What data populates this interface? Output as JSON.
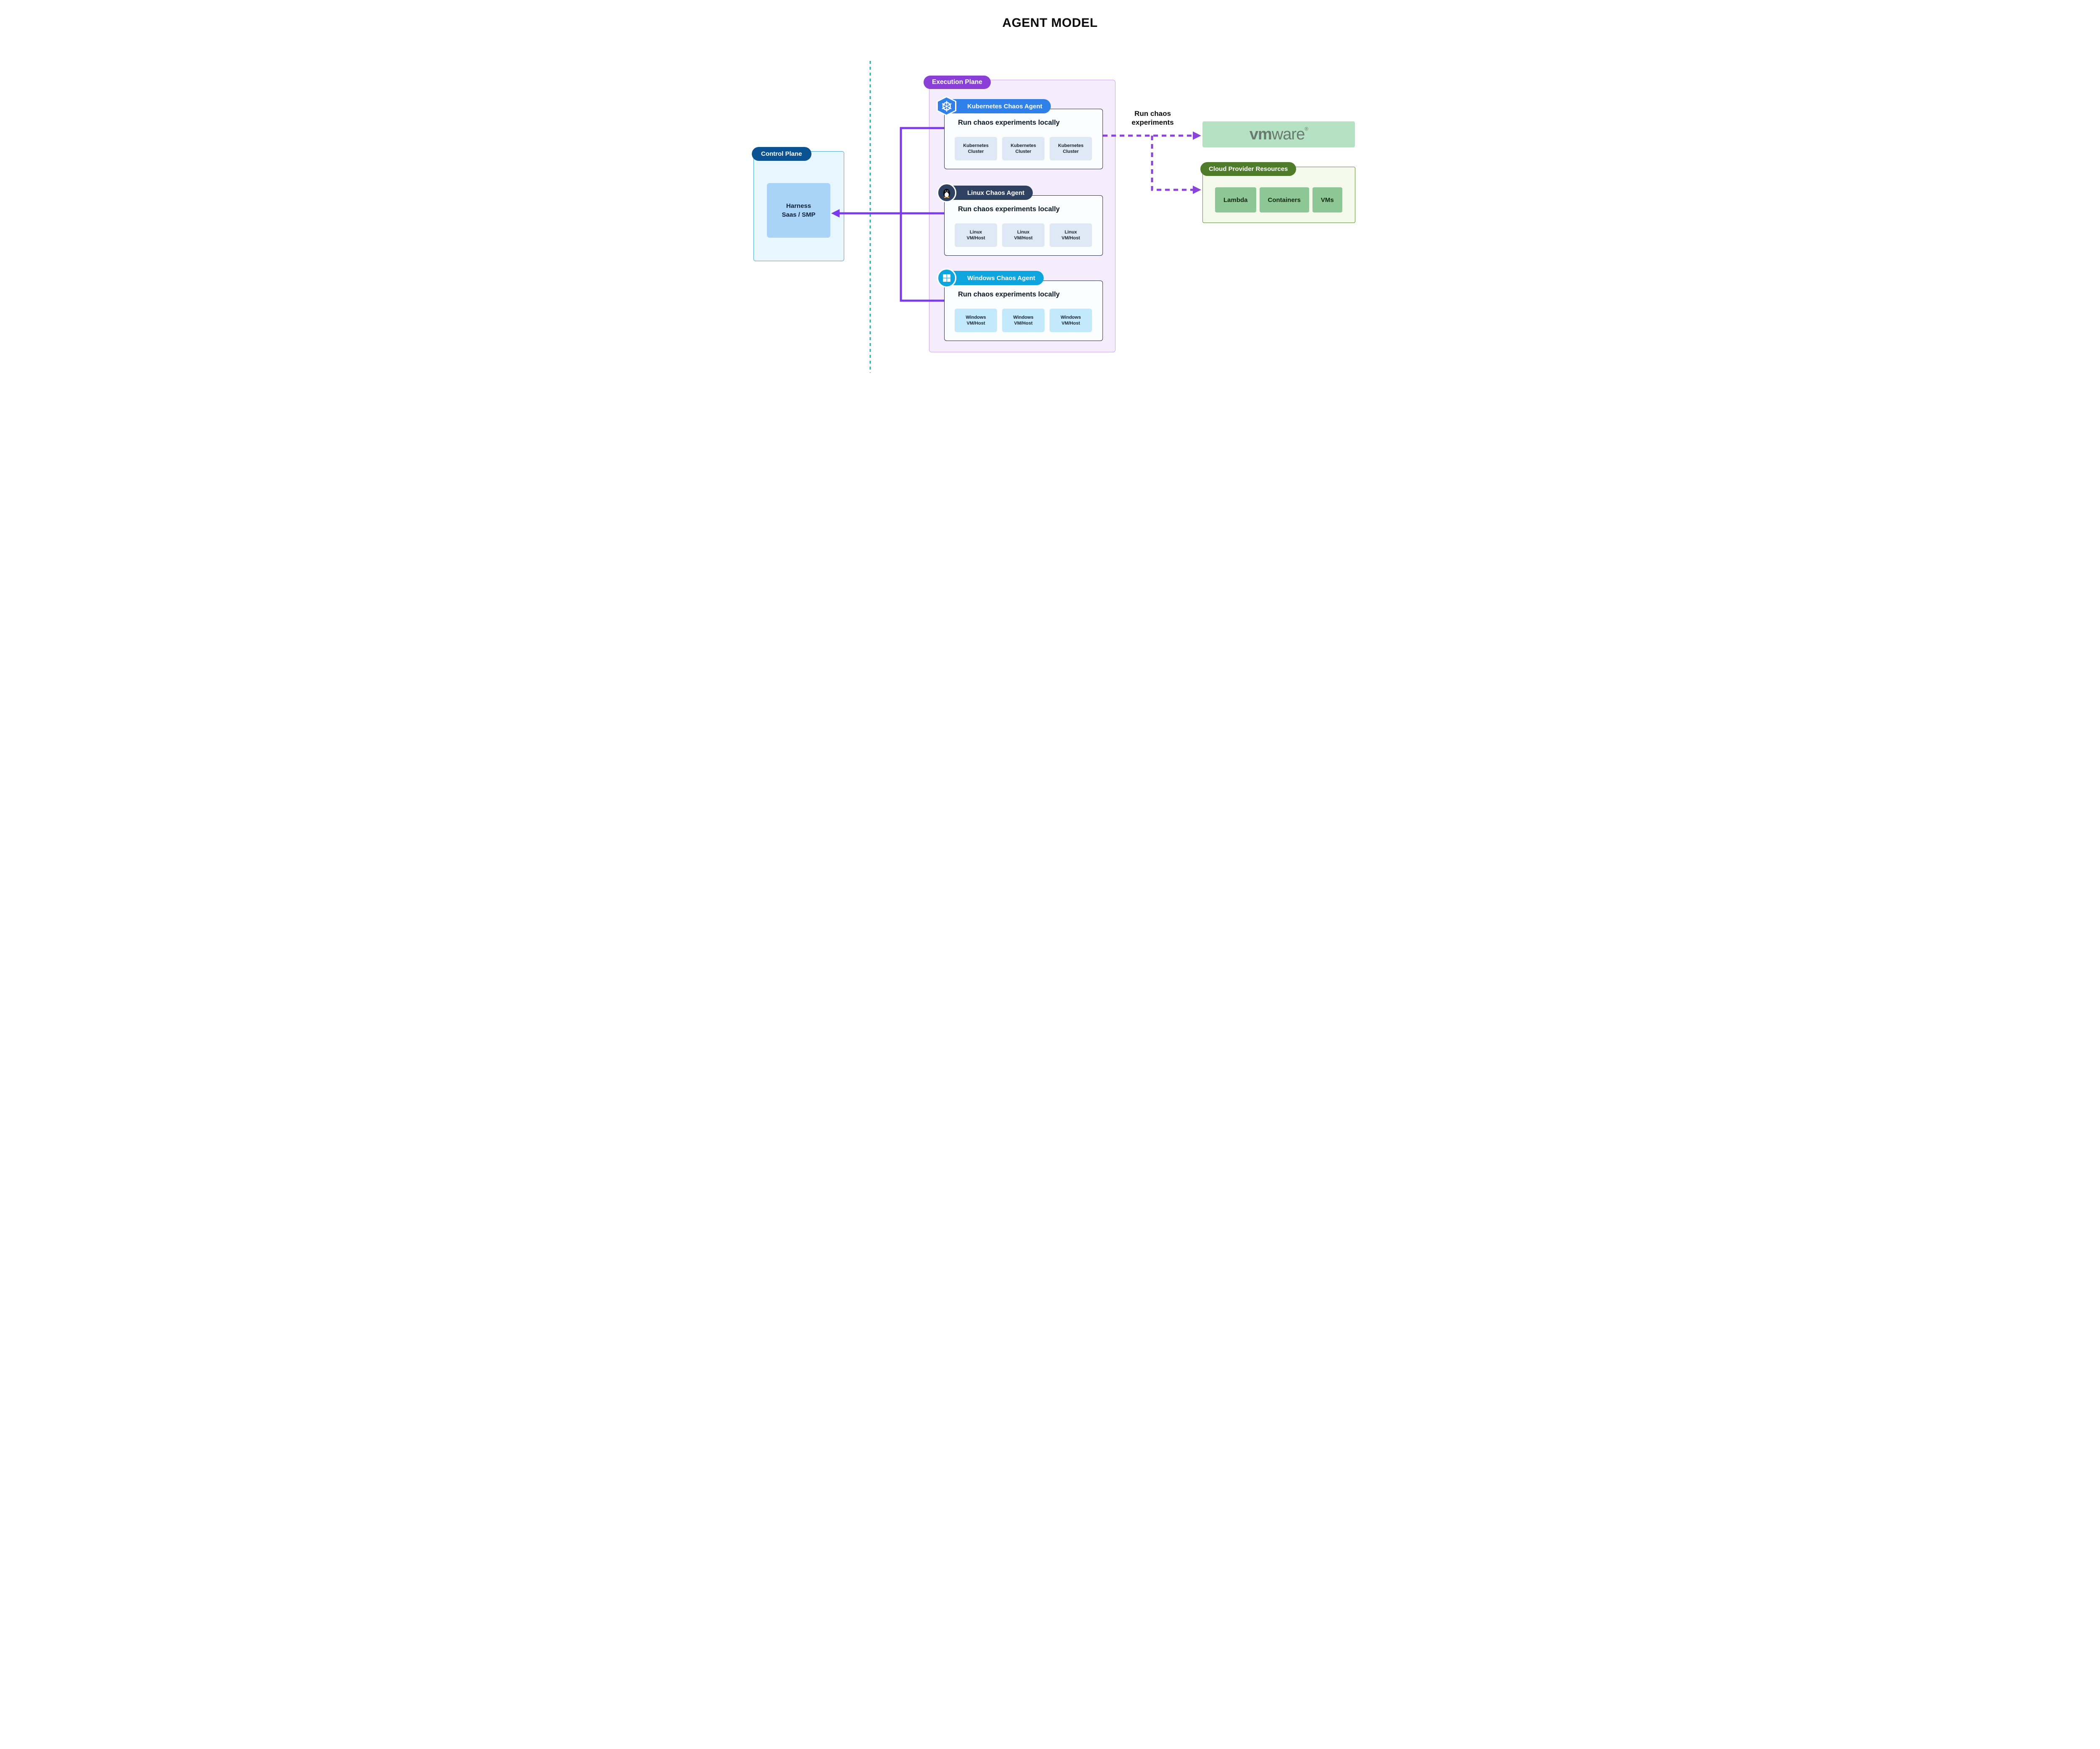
{
  "title": "AGENT MODEL",
  "colors": {
    "control_pill": "#0b5292",
    "execution_pill": "#8a3fd6",
    "k8s_pill": "#2f80e8",
    "linux_pill": "#2f4160",
    "windows_pill": "#0ea5df",
    "cloud_pill": "#4e7c2a",
    "connector_solid": "#7c3aed",
    "connector_dashed": "#8b44d9",
    "divider_teal": "#1cb5b2",
    "vmware_box": "#b6e2c4",
    "cloud_item": "#8cc795"
  },
  "control_plane": {
    "label": "Control Plane",
    "harness": "Harness\nSaas / SMP"
  },
  "execution_plane": {
    "label": "Execution Plane",
    "agents": [
      {
        "name": "Kubernetes Chaos Agent",
        "heading": "Run chaos experiments locally",
        "nodes": [
          "Kubernetes\nCluster",
          "Kubernetes\nCluster",
          "Kubernetes\nCluster"
        ]
      },
      {
        "name": "Linux Chaos Agent",
        "heading": "Run chaos experiments locally",
        "nodes": [
          "Linux\nVM/Host",
          "Linux\nVM/Host",
          "Linux\nVM/Host"
        ]
      },
      {
        "name": "Windows Chaos Agent",
        "heading": "Run chaos experiments locally",
        "nodes": [
          "Windows\nVM/Host",
          "Windows\nVM/Host",
          "Windows\nVM/Host"
        ]
      }
    ]
  },
  "right": {
    "run_chaos_label": "Run chaos\nexperiments",
    "vmware": {
      "bold": "vm",
      "light": "ware",
      "reg": "®"
    },
    "cloud": {
      "label": "Cloud Provider Resources",
      "items": [
        "Lambda",
        "Containers",
        "VMs"
      ]
    }
  }
}
